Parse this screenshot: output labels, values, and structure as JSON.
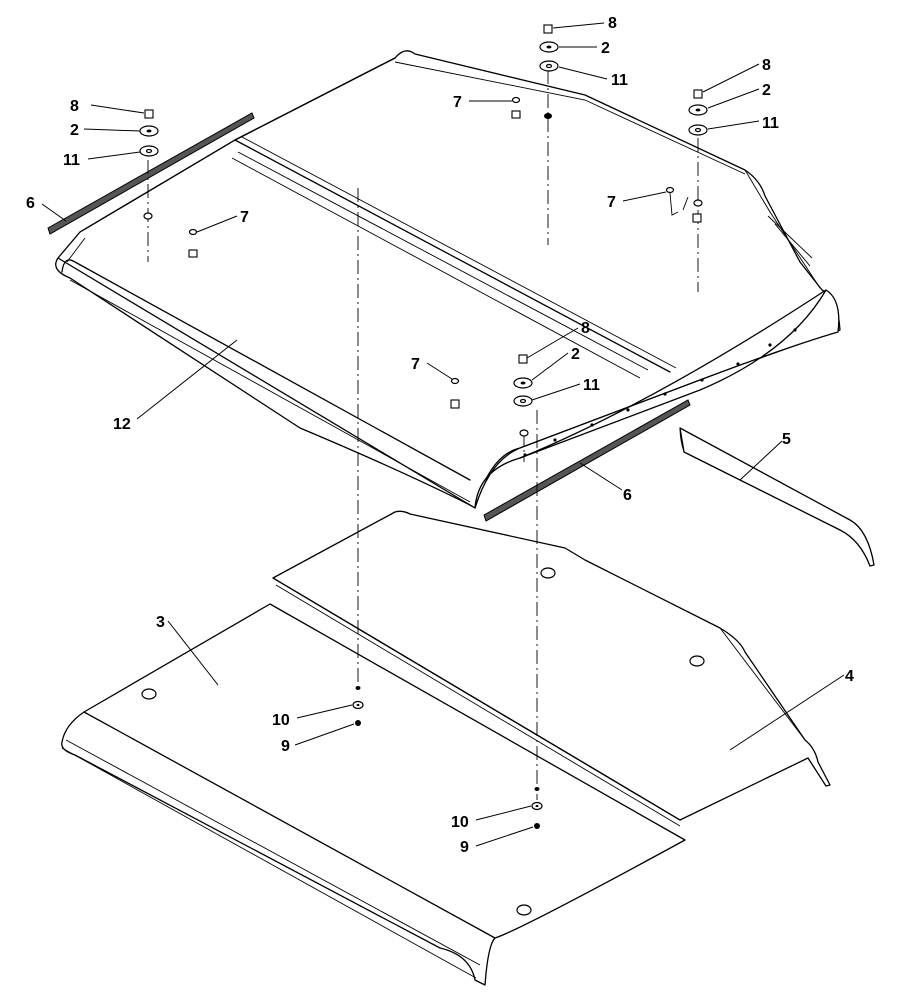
{
  "callouts": {
    "c8a": "8",
    "c2a": "2",
    "c11a": "11",
    "c7a": "7",
    "c8b": "8",
    "c2b": "2",
    "c11b": "11",
    "c7b": "7",
    "c8c": "8",
    "c2c": "2",
    "c11c": "11",
    "c6a": "6",
    "c7c": "7",
    "c7d": "7",
    "c8d": "8",
    "c2d": "2",
    "c11d": "11",
    "c12": "12",
    "c6b": "6",
    "c5": "5",
    "c3": "3",
    "c4": "4",
    "c10a": "10",
    "c9a": "9",
    "c10b": "10",
    "c9b": "9"
  }
}
